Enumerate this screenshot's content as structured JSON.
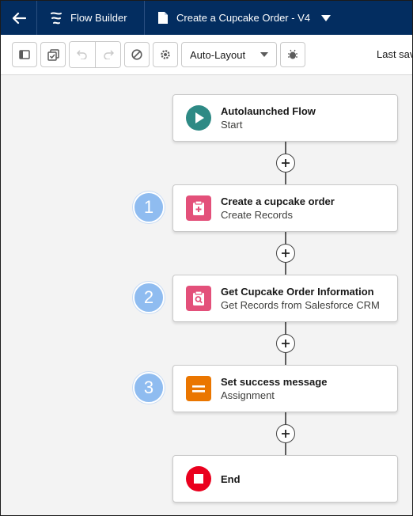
{
  "header": {
    "app_name": "Flow Builder",
    "flow_title": "Create a Cupcake Order - V4"
  },
  "toolbar": {
    "layout_select": "Auto-Layout",
    "last_saved": "Last sav"
  },
  "flow": {
    "nodes": [
      {
        "title": "Autolaunched Flow",
        "subtitle": "Start"
      },
      {
        "title": "Create a cupcake order",
        "subtitle": "Create Records",
        "step": "1"
      },
      {
        "title": "Get Cupcake Order Information",
        "subtitle": "Get Records from Salesforce CRM",
        "step": "2"
      },
      {
        "title": "Set success message",
        "subtitle": "Assignment",
        "step": "3"
      },
      {
        "title": "End"
      }
    ]
  },
  "colors": {
    "header_bg": "#032d60",
    "start_icon": "#2e8a85",
    "record_icon": "#e3507a",
    "assignment_icon": "#ea7600",
    "end_icon": "#ea001e",
    "step_badge": "#8fbcf0"
  },
  "icons": {
    "back": "arrow-left-icon",
    "app": "flow-icon",
    "doc": "file-icon",
    "toggle_panel": "panel-toggle-icon",
    "check_panel": "checklist-icon",
    "undo": "undo-icon",
    "redo": "redo-icon",
    "cancel": "ban-icon",
    "settings": "gear-icon",
    "debug": "bug-icon"
  }
}
